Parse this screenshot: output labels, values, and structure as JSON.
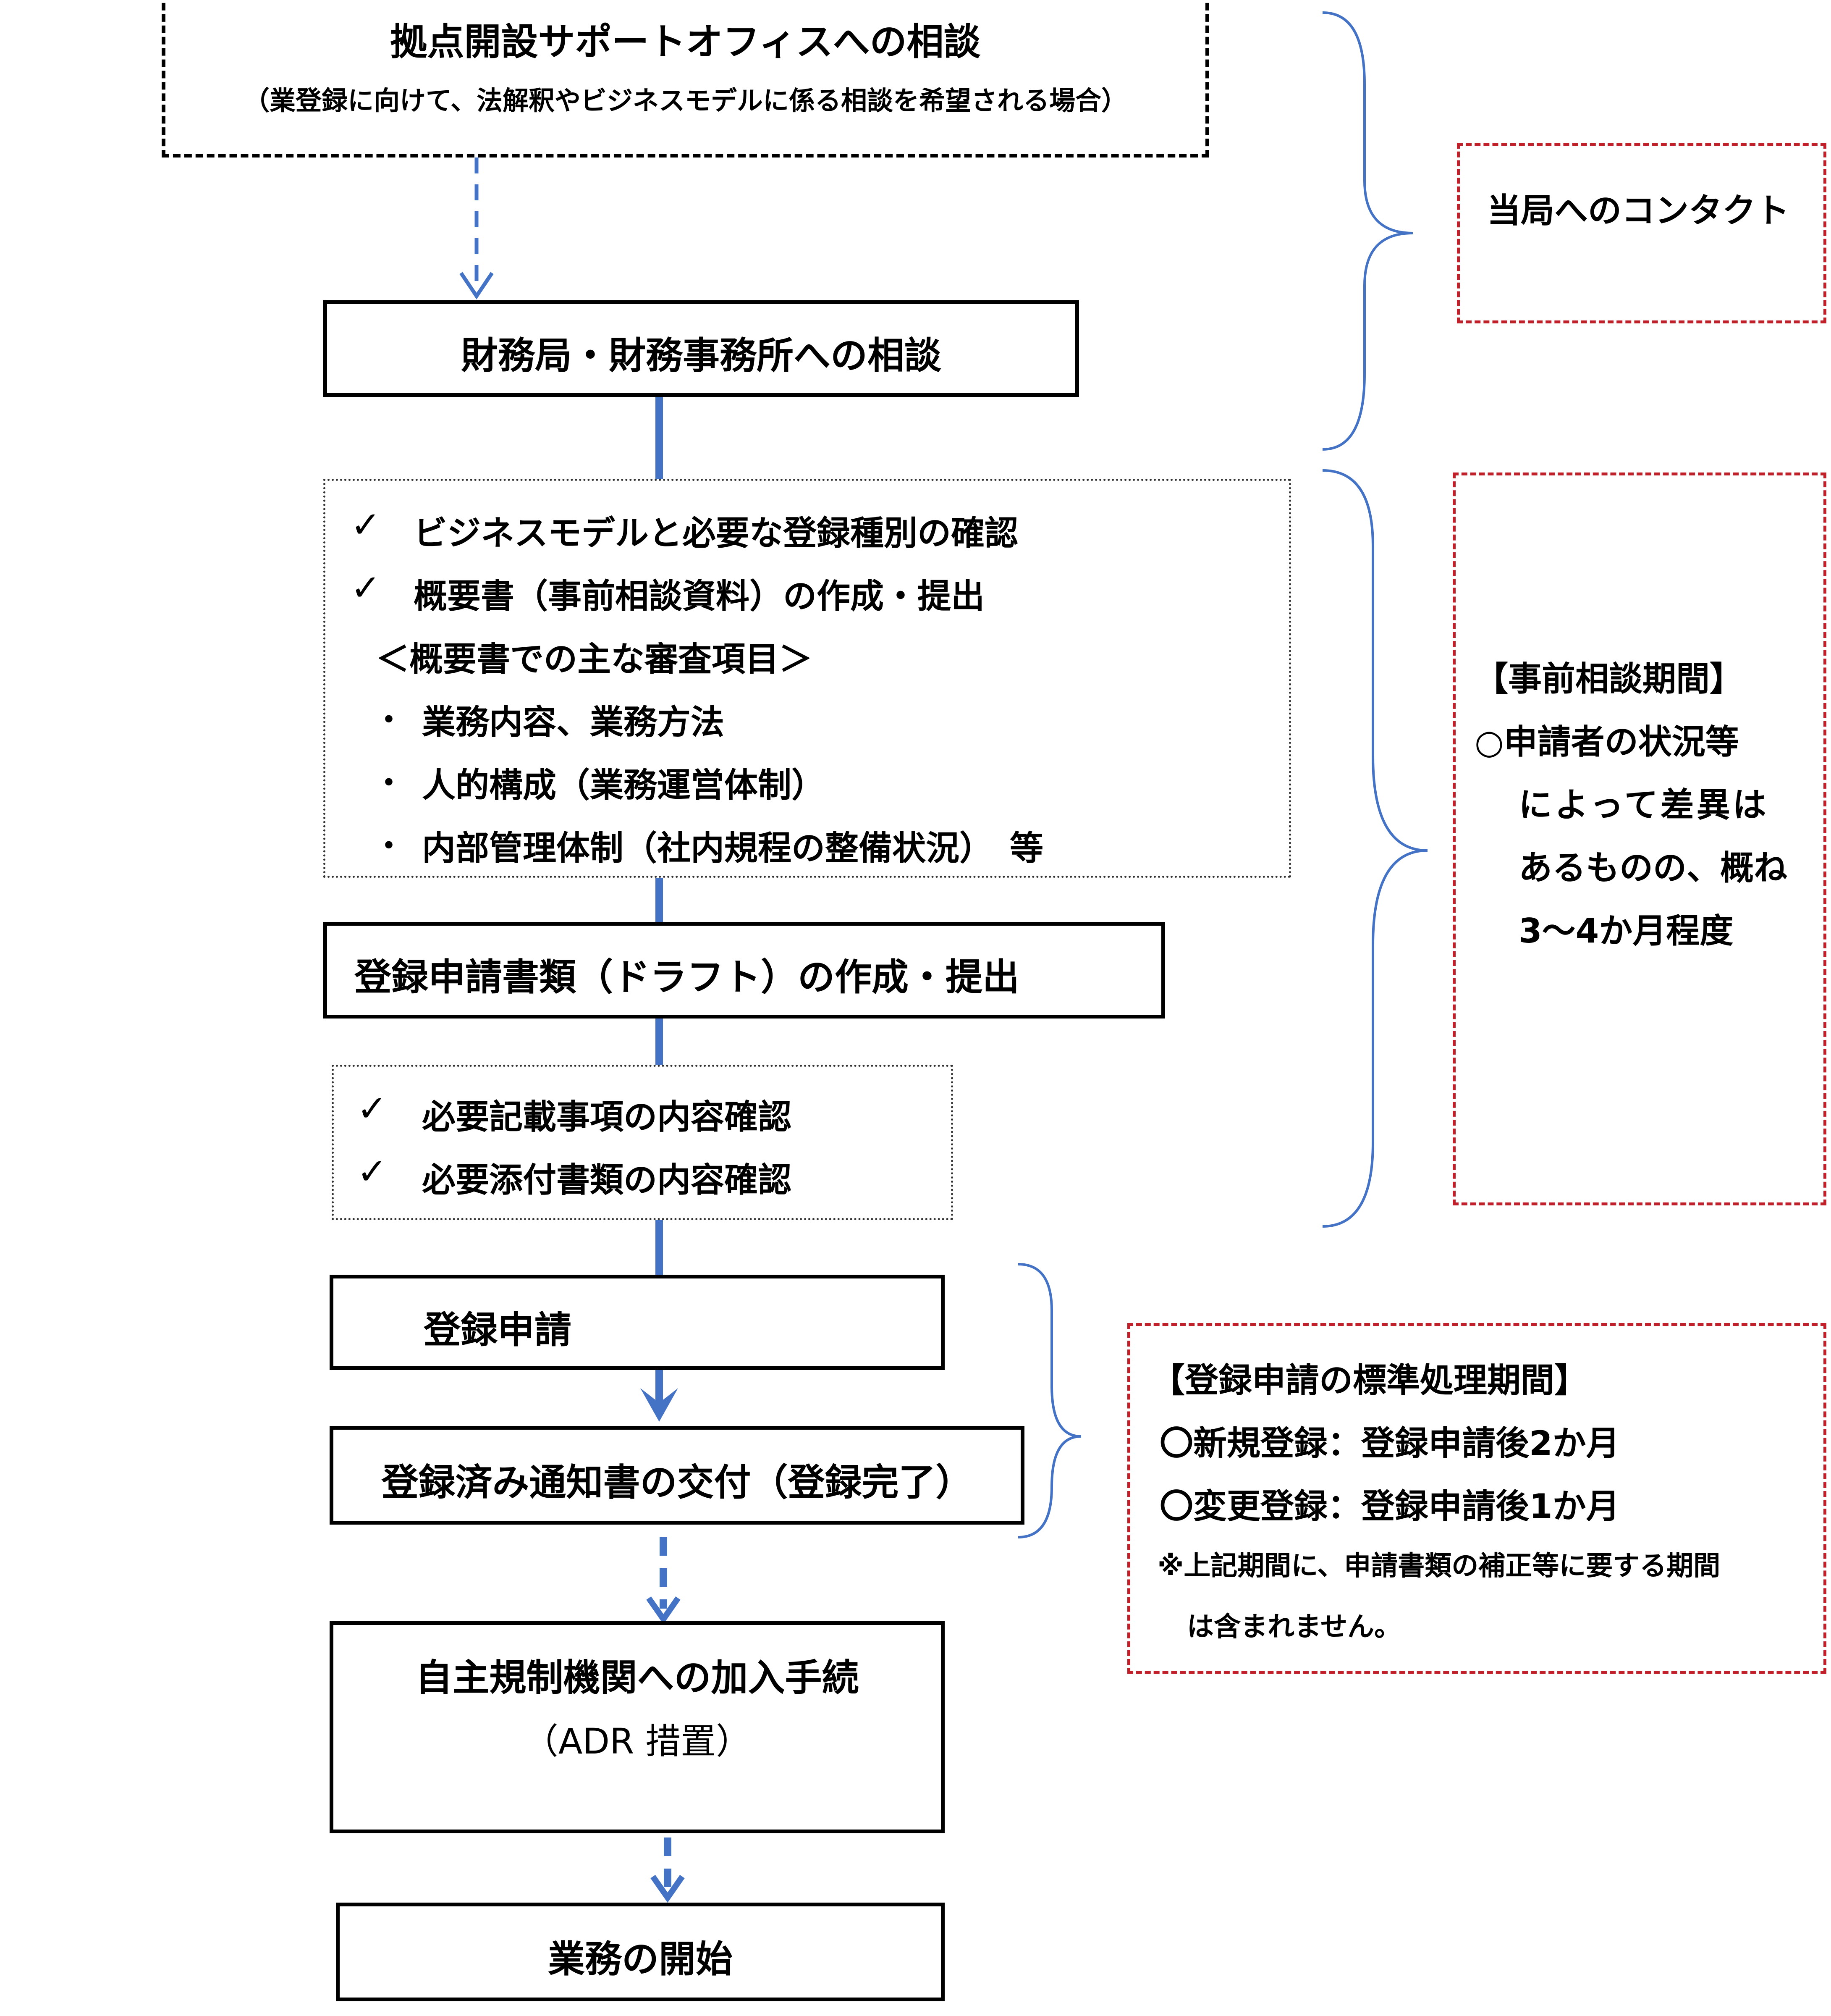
{
  "steps": {
    "s1_title": "拠点開設サポートオフィスへの相談",
    "s1_sub": "（業登録に向けて、法解釈やビジネスモデルに係る相談を希望される場合）",
    "s2": "財務局・財務事務所への相談",
    "s4": "登録申請書類（ドラフト）の作成・提出",
    "s6": "登録申請",
    "s7": "登録済み通知書の交付（登録完了）",
    "s8_title": "自主規制機関への加入手続",
    "s8_sub": "（ADR 措置）",
    "s9": "業務の開始"
  },
  "checklist1": {
    "item1": "ビジネスモデルと必要な登録種別の確認",
    "item2": "概要書（事前相談資料）の作成・提出",
    "heading": "＜概要書での主な審査項目＞",
    "bullet1": "業務内容、業務方法",
    "bullet2": "人的構成（業務運営体制）",
    "bullet3": "内部管理体制（社内規程の整備状況）　等"
  },
  "checklist2": {
    "item1": "必要記載事項の内容確認",
    "item2": "必要添付書類の内容確認"
  },
  "marks": {
    "check": "✓",
    "bullet": "・"
  },
  "notes": {
    "contact": "当局へのコンタクト",
    "pre_title": "【事前相談期間】",
    "pre_l1": "○申請者の状況等",
    "pre_l2": "によって差異は",
    "pre_l3": "あるものの、概ね",
    "pre_l4": "3～4か月程度",
    "std_title": "【登録申請の標準処理期間】",
    "std_l1": "〇新規登録：登録申請後2か月",
    "std_l2": "〇変更登録：登録申請後1か月",
    "std_l3": "※上記期間に、申請書類の補正等に要する期間",
    "std_l4": "は含まれません。"
  },
  "colors": {
    "connector": "#4472c4",
    "note_border": "#c0202a"
  }
}
